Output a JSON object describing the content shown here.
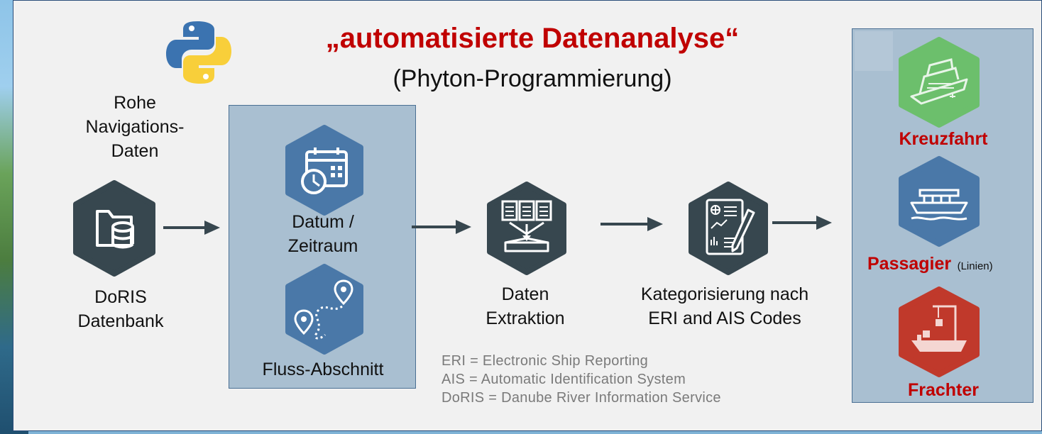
{
  "title": "„automatisierte Datenanalyse“",
  "subtitle": "(Phyton-Programmierung)",
  "source": {
    "heading": [
      "Rohe",
      "Navigations-",
      "Daten"
    ],
    "db_label": [
      "DoRIS",
      "Datenbank"
    ]
  },
  "filter": {
    "date_label": [
      "Datum /",
      "Zeitraum"
    ],
    "river_label": "Fluss-Abschnitt"
  },
  "extraction_label": [
    "Daten",
    "Extraktion"
  ],
  "categorization_label": [
    "Kategorisierung nach",
    "ERI and AIS Codes"
  ],
  "categories": {
    "cruise": "Kreuzfahrt",
    "passenger": "Passagier",
    "passenger_note": "(Linien)",
    "freight": "Frachter"
  },
  "legend": [
    "ERI = Electronic Ship Reporting",
    "AIS = Automatic Identification System",
    "DoRIS = Danube River Information Service"
  ],
  "colors": {
    "title_red": "#c00000",
    "panel_blue": "#a9bfd1",
    "hex_dark": "#37474f",
    "hex_blue": "#4a78a8",
    "hex_green": "#6cbf6c",
    "hex_red": "#c0392b",
    "note_gray": "#7a7a7a"
  },
  "icons": [
    "python-logo-icon",
    "database-folder-icon",
    "calendar-clock-icon",
    "route-map-icon",
    "documents-extract-icon",
    "report-chart-icon",
    "cruise-ship-icon",
    "passenger-boat-icon",
    "cargo-ship-icon"
  ]
}
